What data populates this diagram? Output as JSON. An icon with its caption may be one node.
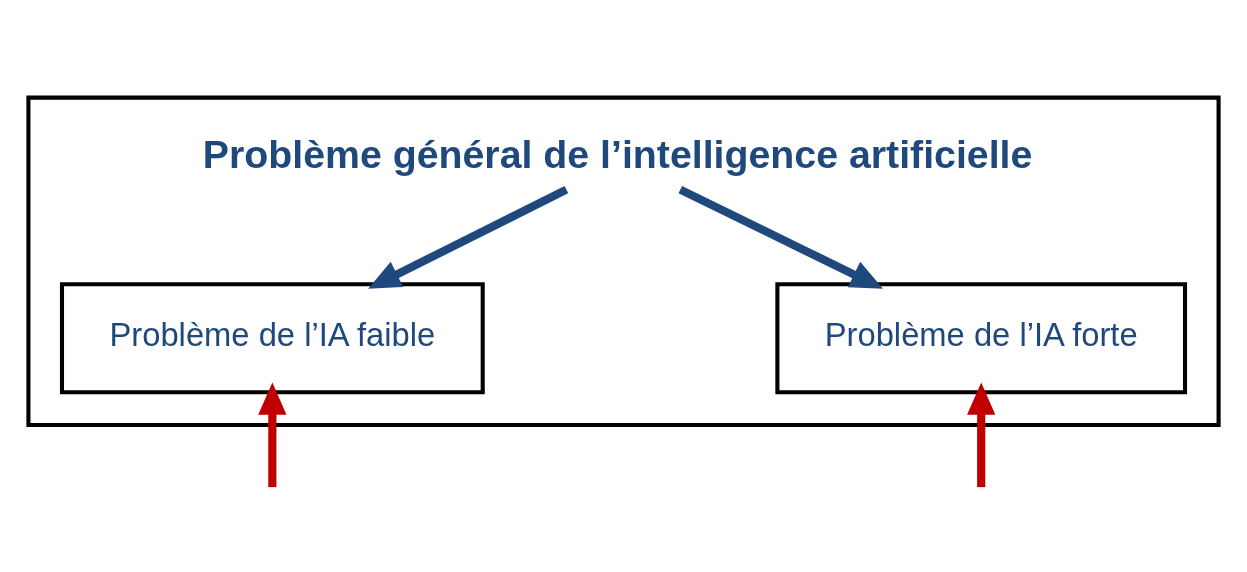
{
  "diagram": {
    "nodes": [
      {
        "text": [],
        "shape": "box"
      },
      {
        "text": [
          "Problème général de l’intelligence artificielle"
        ],
        "in": 0
      },
      {
        "text": [
          "Problème de l’IA faible"
        ],
        "in": 0
      },
      {
        "text": [
          "Problème de l’IA forte"
        ],
        "in": 0
      }
    ],
    "edges": [
      {
        "from": 1,
        "to": 2,
        "arrow": "to",
        "color": "#1f497d"
      },
      {
        "from": 1,
        "to": 3,
        "arrow": "to",
        "color": "#1f497d"
      },
      {
        "from": null,
        "to": 2,
        "arrow": "to",
        "color": "#c00000"
      },
      {
        "from": null,
        "to": 3,
        "arrow": "to",
        "color": "#c00000"
      }
    ]
  }
}
